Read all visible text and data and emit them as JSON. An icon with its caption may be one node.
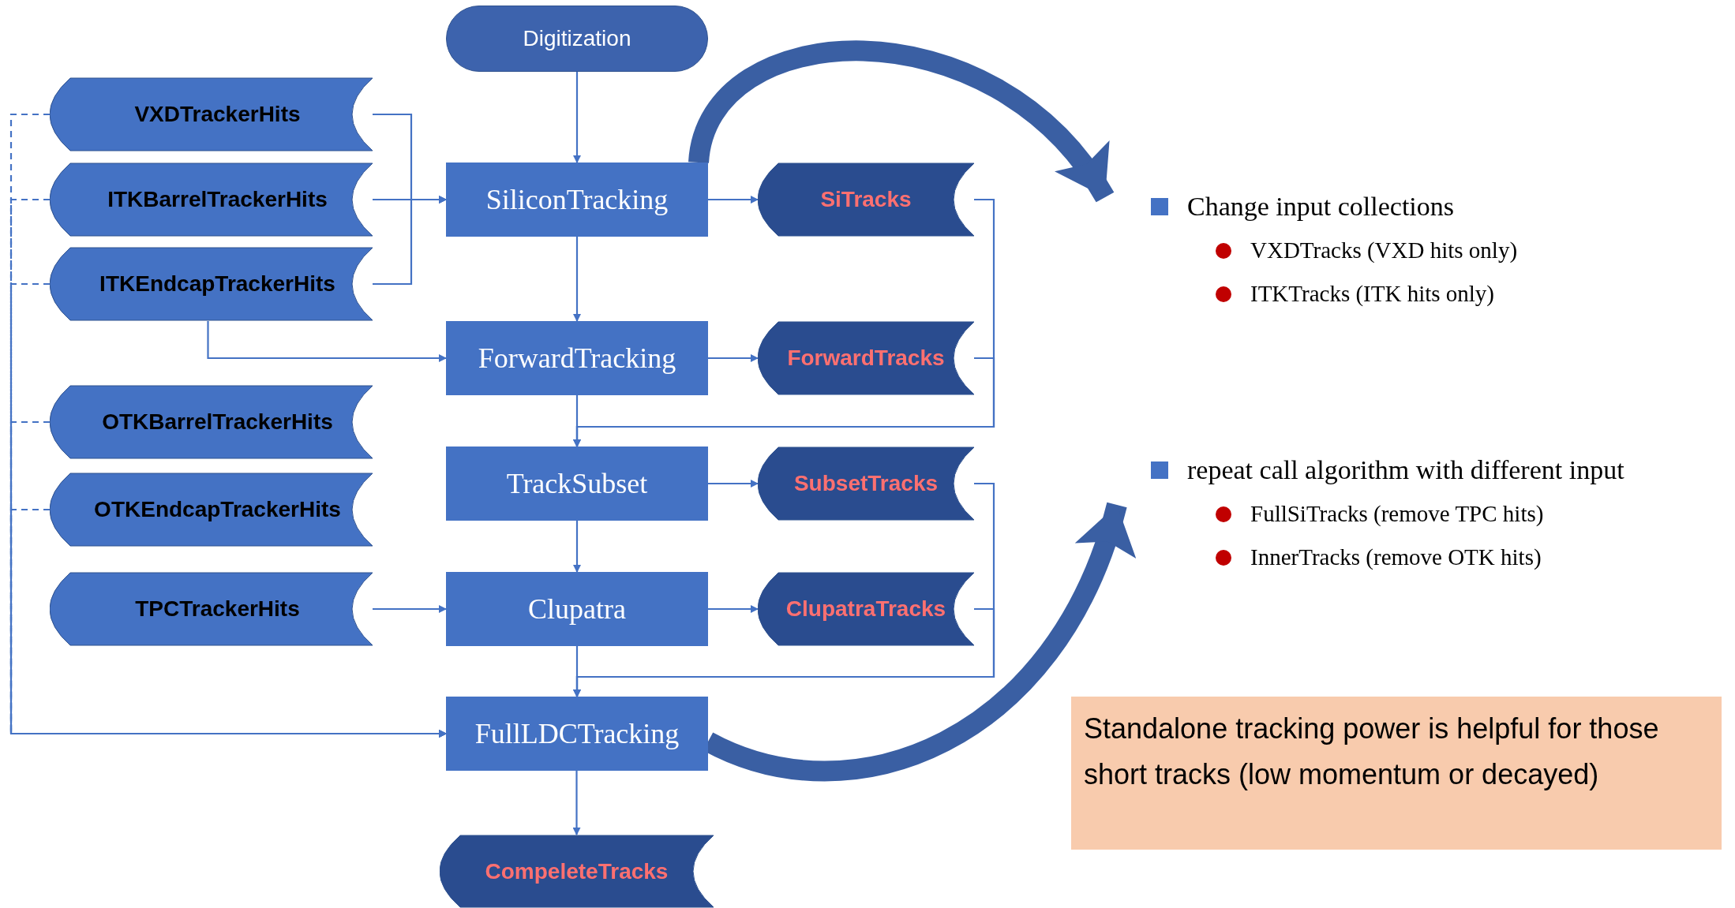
{
  "diagram": {
    "nodes": [
      {
        "text": [
          "Digitization"
        ]
      },
      {
        "text": [
          "VXDTrackerHits"
        ]
      },
      {
        "text": [
          "ITKBarrelTrackerHits"
        ]
      },
      {
        "text": [
          "ITKEndcapTrackerHits"
        ]
      },
      {
        "text": [
          "SiliconTracking"
        ]
      },
      {
        "text": [
          "SiTracks"
        ]
      },
      {
        "text": [
          "ForwardTracking"
        ]
      },
      {
        "text": [
          "ForwardTracks"
        ]
      },
      {
        "text": [
          "OTKBarrelTrackerHits"
        ]
      },
      {
        "text": [
          "OTKEndcapTrackerHits"
        ]
      },
      {
        "text": [
          "TrackSubset"
        ]
      },
      {
        "text": [
          "SubsetTracks"
        ]
      },
      {
        "text": [
          "TPCTrackerHits"
        ]
      },
      {
        "text": [
          "Clupatra"
        ]
      },
      {
        "text": [
          "ClupatraTracks"
        ]
      },
      {
        "text": [
          "FullLDCTracking"
        ]
      },
      {
        "text": [
          "CompeleteTracks"
        ]
      },
      {
        "text": [
          "Standalone tracking power is helpful for those short tracks (low momentum or decayed)"
        ]
      }
    ],
    "edges": [
      {
        "from": 0,
        "to": 4,
        "arrow": "to"
      },
      {
        "from": 1,
        "to": 4,
        "arrow": "to"
      },
      {
        "from": 2,
        "to": 4,
        "arrow": "to"
      },
      {
        "from": 3,
        "to": 4,
        "arrow": "to"
      },
      {
        "from": 4,
        "to": 5,
        "arrow": "to"
      },
      {
        "from": 4,
        "to": 6,
        "arrow": "to"
      },
      {
        "from": 3,
        "to": 6,
        "arrow": "to"
      },
      {
        "from": 6,
        "to": 7,
        "arrow": "to"
      },
      {
        "from": 5,
        "to": 10,
        "arrow": "to"
      },
      {
        "from": 7,
        "to": 10,
        "arrow": "to"
      },
      {
        "from": 6,
        "to": 10,
        "arrow": "to"
      },
      {
        "from": 10,
        "to": 11,
        "arrow": "to"
      },
      {
        "from": 10,
        "to": 13,
        "arrow": "to"
      },
      {
        "from": 12,
        "to": 13,
        "arrow": "to"
      },
      {
        "from": 13,
        "to": 14,
        "arrow": "to"
      },
      {
        "from": 11,
        "to": 15,
        "arrow": "to"
      },
      {
        "from": 14,
        "to": 15,
        "arrow": "to"
      },
      {
        "from": 13,
        "to": 15,
        "arrow": "to"
      },
      {
        "from": 1,
        "to": 15,
        "arrow": "to",
        "style": "dashed"
      },
      {
        "from": 2,
        "to": 15,
        "arrow": "to",
        "style": "dashed"
      },
      {
        "from": 3,
        "to": 15,
        "arrow": "to",
        "style": "dashed"
      },
      {
        "from": 8,
        "to": 15,
        "arrow": "to",
        "style": "dashed"
      },
      {
        "from": 9,
        "to": 15,
        "arrow": "to",
        "style": "dashed"
      },
      {
        "from": 15,
        "to": 16,
        "arrow": "to"
      },
      {
        "from": 4,
        "to": null,
        "arrow": "to",
        "style": "thick",
        "color": "#3a5fa3"
      },
      {
        "from": 15,
        "to": null,
        "arrow": "to",
        "style": "thick",
        "color": "#3a5fa3"
      }
    ],
    "labels": [
      "Change input collections",
      "VXDTracks (VXD hits only)",
      "ITKTracks (ITK hits only)",
      "repeat call algorithm with different input",
      "FullSiTracks (remove TPC hits)",
      "InnerTracks (remove OTK hits)"
    ]
  }
}
